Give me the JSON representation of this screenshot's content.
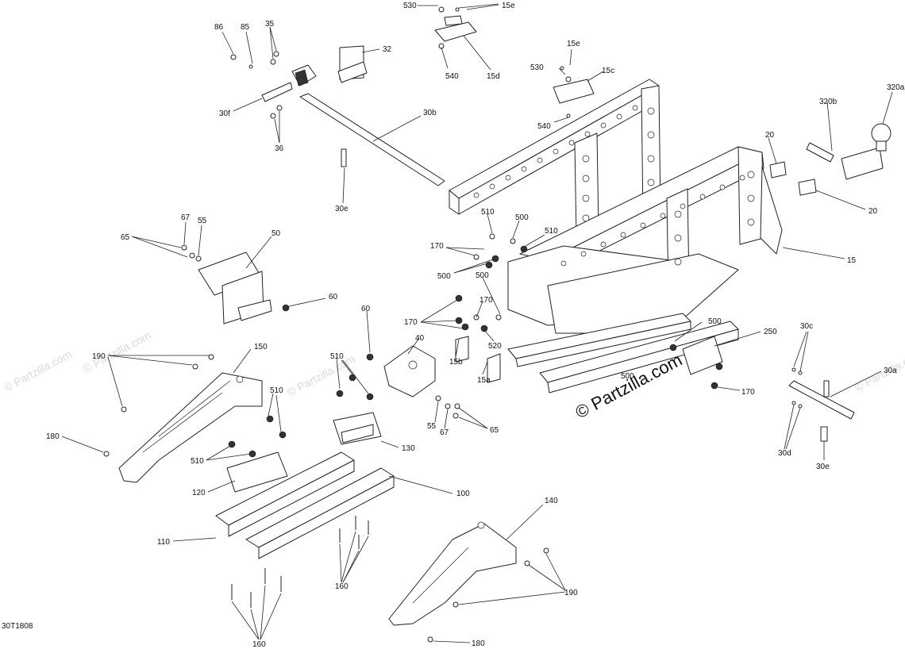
{
  "diagram_code": "30T1808",
  "watermark": "© Partzilla.com",
  "callouts": [
    {
      "id": "c530a",
      "text": "530"
    },
    {
      "id": "c15e_a",
      "text": "15e"
    },
    {
      "id": "c15d",
      "text": "15d"
    },
    {
      "id": "c540a",
      "text": "540"
    },
    {
      "id": "c15e_b",
      "text": "15e"
    },
    {
      "id": "c530b",
      "text": "530"
    },
    {
      "id": "c15c",
      "text": "15c"
    },
    {
      "id": "c540b",
      "text": "540"
    },
    {
      "id": "c86",
      "text": "86"
    },
    {
      "id": "c85",
      "text": "85"
    },
    {
      "id": "c35",
      "text": "35"
    },
    {
      "id": "c32",
      "text": "32"
    },
    {
      "id": "c30f",
      "text": "30f"
    },
    {
      "id": "c36",
      "text": "36"
    },
    {
      "id": "c30b",
      "text": "30b"
    },
    {
      "id": "c30e_a",
      "text": "30e"
    },
    {
      "id": "c320a",
      "text": "320a"
    },
    {
      "id": "c320b",
      "text": "320b"
    },
    {
      "id": "c20a",
      "text": "20"
    },
    {
      "id": "c20b",
      "text": "20"
    },
    {
      "id": "c15",
      "text": "15"
    },
    {
      "id": "c67a",
      "text": "67"
    },
    {
      "id": "c55a",
      "text": "55"
    },
    {
      "id": "c65a",
      "text": "65"
    },
    {
      "id": "c50",
      "text": "50"
    },
    {
      "id": "c60a",
      "text": "60"
    },
    {
      "id": "c510a",
      "text": "510"
    },
    {
      "id": "c500a",
      "text": "500"
    },
    {
      "id": "c510b",
      "text": "510"
    },
    {
      "id": "c170a",
      "text": "170"
    },
    {
      "id": "c500b",
      "text": "500"
    },
    {
      "id": "c500c",
      "text": "500"
    },
    {
      "id": "c170b",
      "text": "170"
    },
    {
      "id": "c170c",
      "text": "170"
    },
    {
      "id": "c520",
      "text": "520"
    },
    {
      "id": "c500d",
      "text": "500"
    },
    {
      "id": "c250",
      "text": "250"
    },
    {
      "id": "c500e",
      "text": "500"
    },
    {
      "id": "c170d",
      "text": "170"
    },
    {
      "id": "c60b",
      "text": "60"
    },
    {
      "id": "c40",
      "text": "40"
    },
    {
      "id": "c15b",
      "text": "15b"
    },
    {
      "id": "c15a",
      "text": "15a"
    },
    {
      "id": "c55b",
      "text": "55"
    },
    {
      "id": "c67b",
      "text": "67"
    },
    {
      "id": "c65b",
      "text": "65"
    },
    {
      "id": "c190a",
      "text": "190"
    },
    {
      "id": "c150",
      "text": "150"
    },
    {
      "id": "c510c",
      "text": "510"
    },
    {
      "id": "c510d",
      "text": "510"
    },
    {
      "id": "c180a",
      "text": "180"
    },
    {
      "id": "c510e",
      "text": "510"
    },
    {
      "id": "c130",
      "text": "130"
    },
    {
      "id": "c120",
      "text": "120"
    },
    {
      "id": "c100",
      "text": "100"
    },
    {
      "id": "c110",
      "text": "110"
    },
    {
      "id": "c160a",
      "text": "160"
    },
    {
      "id": "c160b",
      "text": "160"
    },
    {
      "id": "c140",
      "text": "140"
    },
    {
      "id": "c190b",
      "text": "190"
    },
    {
      "id": "c180b",
      "text": "180"
    },
    {
      "id": "c30c",
      "text": "30c"
    },
    {
      "id": "c30a",
      "text": "30a"
    },
    {
      "id": "c30d",
      "text": "30d"
    },
    {
      "id": "c30e_b",
      "text": "30e"
    }
  ]
}
